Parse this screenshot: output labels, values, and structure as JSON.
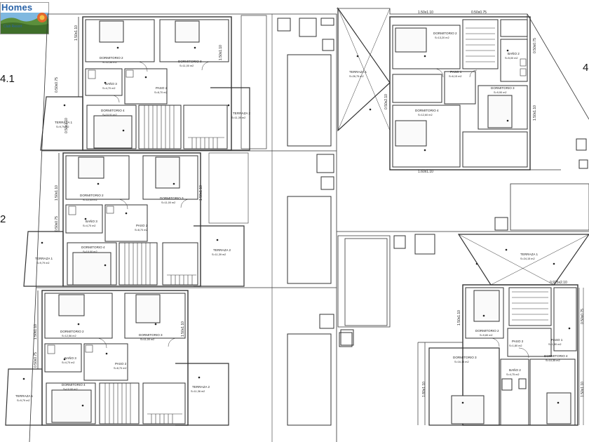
{
  "logo": {
    "word": "Homes",
    "subtitle": "Club Resort"
  },
  "side_labels": {
    "left_top": "4.1",
    "left_mid": "2",
    "right_top": "4"
  },
  "rooms": {
    "dorm2": "DORMITORIO 2",
    "dorm3": "DORMITORIO 3",
    "dorm4": "DORMITORIO 4",
    "bano3": "BAÑO 3",
    "bano2": "BAÑO 2",
    "paso2": "PASO 2",
    "paso1": "PASO 1",
    "terraza1": "TERRAZA 1",
    "terraza2": "TERRAZA 2"
  },
  "areas": {
    "a1_dorm2": "S=12,56 m2",
    "a1_dorm3": "S=11,00 m2",
    "a1_bano3": "S=4,70 m2",
    "a1_paso2": "S=8,70 m2",
    "a1_dorm4": "S=10,91 m2",
    "a1_terraza1": "S=9,79 m2",
    "a1_terraza2": "S=11,39 m2",
    "a2_dorm2": "S=12,53 m2",
    "a2_dorm3": "S=11,00 m2",
    "a2_bano3": "S=4,70 m2",
    "a2_paso2": "S=8,70 m2",
    "a2_dorm4": "S=10,00 m2",
    "a2_terraza1": "S=9,79 m2",
    "a2_terraza2": "S=11,39 m2",
    "a3_dorm2": "S=12,56 m2",
    "a3_dorm3": "S=11,00 m2",
    "a3_bano3": "S=4,70 m2",
    "a3_paso2": "S=8,70 m2",
    "a3_dorm4": "S=10,00 m2",
    "a3_terraza1": "S=9,79 m2",
    "a3_terraza2": "S=11,36 m2",
    "b1_dorm2": "S=13,20 m2",
    "b1_bano2": "S=5,00 m2",
    "b1_paso1": "S=6,15 m2",
    "b1_dorm3": "S=9,90 m2",
    "b1_dorm4": "S=12,60 m2",
    "b1_terraza1": "S=26,75 m2",
    "b2_terraza1": "S=24,15 m2",
    "b2_dorm2": "S=9,80 m2",
    "b2_paso1": "S=1,80 m2",
    "b2_paso2": "S=1,80 m2",
    "b2_dorm3": "S=16,15 m2",
    "b2_bano2": "S=4,75 m2",
    "b2_dorm4": "S=10,35 m2"
  },
  "dims": {
    "w150x110": "1.50x1.10",
    "w050x075": "0.50x0.75",
    "w160x110": "1.60x1.10",
    "w180x110": "1.80x1.10",
    "w0925x210": "0.925x2.10",
    "w050x210": "0.50x2.10"
  }
}
